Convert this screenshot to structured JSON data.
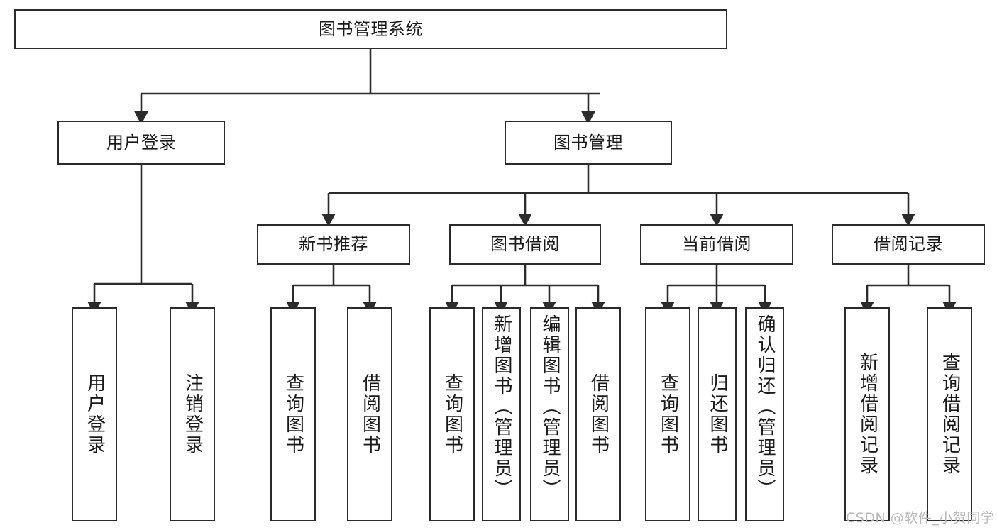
{
  "diagram": {
    "type": "tree-hierarchy",
    "title": "图书管理系统",
    "orientation": "top-down",
    "watermark": "CSDN @软件_小贺同学",
    "colors": {
      "node_border": "#2b2b2b",
      "node_fill": "#ffffff",
      "edge": "#2b2b2b",
      "text": "#1a1a1a",
      "watermark": "#b9b9b9",
      "background": "#ffffff"
    },
    "nodes": {
      "root": {
        "label": "图书管理系统",
        "level": 1,
        "text_direction": "horizontal"
      },
      "l2": [
        {
          "id": "user-login",
          "label": "用户登录",
          "level": 2,
          "text_direction": "horizontal"
        },
        {
          "id": "book-manage",
          "label": "图书管理",
          "level": 2,
          "text_direction": "horizontal"
        }
      ],
      "l3": [
        {
          "id": "new-book-recommend",
          "label": "新书推荐",
          "level": 3,
          "text_direction": "horizontal"
        },
        {
          "id": "book-borrow",
          "label": "图书借阅",
          "level": 3,
          "text_direction": "horizontal"
        },
        {
          "id": "current-borrow",
          "label": "当前借阅",
          "level": 3,
          "text_direction": "horizontal"
        },
        {
          "id": "borrow-record",
          "label": "借阅记录",
          "level": 3,
          "text_direction": "horizontal"
        }
      ],
      "leaves": [
        {
          "id": "leaf-user-login",
          "label": "用户登录",
          "parent": "user-login",
          "text_direction": "vertical"
        },
        {
          "id": "leaf-user-logout",
          "label": "注销登录",
          "parent": "user-login",
          "text_direction": "vertical"
        },
        {
          "id": "leaf-query-book-1",
          "label": "查询图书",
          "parent": "new-book-recommend",
          "text_direction": "vertical"
        },
        {
          "id": "leaf-borrow-book-1",
          "label": "借阅图书",
          "parent": "new-book-recommend",
          "text_direction": "vertical"
        },
        {
          "id": "leaf-query-book-2",
          "label": "查询图书",
          "parent": "book-borrow",
          "text_direction": "vertical"
        },
        {
          "id": "leaf-add-book",
          "label": "新增图书（管理员）",
          "parent": "book-borrow",
          "text_direction": "vertical"
        },
        {
          "id": "leaf-edit-book",
          "label": "编辑图书（管理员）",
          "parent": "book-borrow",
          "text_direction": "vertical"
        },
        {
          "id": "leaf-borrow-book-2",
          "label": "借阅图书",
          "parent": "book-borrow",
          "text_direction": "vertical"
        },
        {
          "id": "leaf-query-book-3",
          "label": "查询图书",
          "parent": "current-borrow",
          "text_direction": "vertical"
        },
        {
          "id": "leaf-return-book",
          "label": "归还图书",
          "parent": "current-borrow",
          "text_direction": "vertical"
        },
        {
          "id": "leaf-confirm-return",
          "label": "确认归还（管理员）",
          "parent": "current-borrow",
          "text_direction": "vertical"
        },
        {
          "id": "leaf-add-record",
          "label": "新增借阅记录",
          "parent": "borrow-record",
          "text_direction": "vertical"
        },
        {
          "id": "leaf-query-record",
          "label": "查询借阅记录",
          "parent": "borrow-record",
          "text_direction": "vertical"
        }
      ]
    }
  }
}
